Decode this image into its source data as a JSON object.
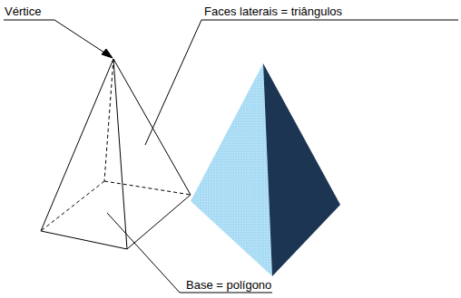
{
  "diagram": {
    "labels": [
      "Vértice",
      "Faces laterais = triângulos",
      "Base = polígono"
    ]
  }
}
